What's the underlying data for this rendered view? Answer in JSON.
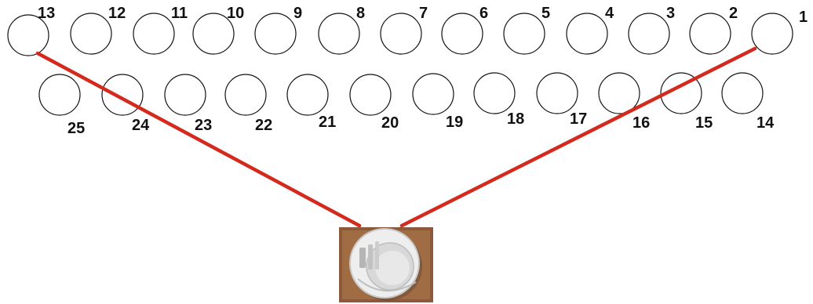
{
  "diagram": {
    "top_row": [
      "13",
      "12",
      "11",
      "10",
      "9",
      "8",
      "7",
      "6",
      "5",
      "4",
      "3",
      "2",
      "1"
    ],
    "bottom_row": [
      "25",
      "24",
      "23",
      "22",
      "21",
      "20",
      "19",
      "18",
      "17",
      "16",
      "15",
      "14"
    ],
    "connections": [
      {
        "from": "13",
        "to": "smoke-detector"
      },
      {
        "from": "1",
        "to": "smoke-detector"
      }
    ],
    "device": {
      "icon": "smoke-detector-icon"
    },
    "colors": {
      "wire": "#d42a1e",
      "pin_outline": "#111111",
      "device_frame": "#8a5a3a"
    }
  }
}
